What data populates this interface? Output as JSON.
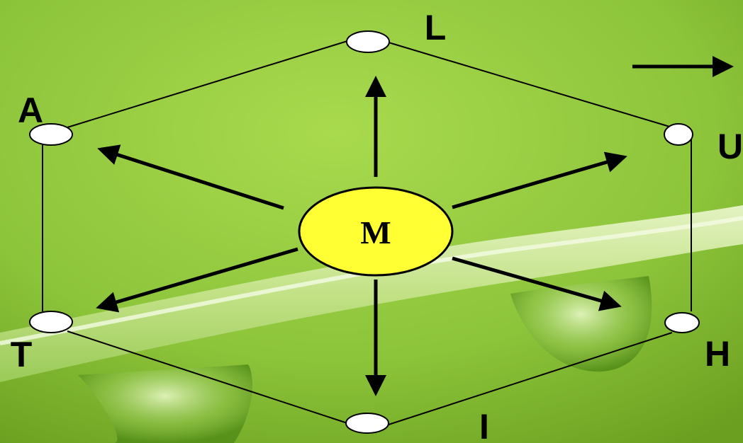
{
  "diagram": {
    "center": {
      "label": "M",
      "fill": "#ffff33"
    },
    "nodes": [
      {
        "id": "L",
        "label": "L"
      },
      {
        "id": "U",
        "label": "U"
      },
      {
        "id": "H",
        "label": "H"
      },
      {
        "id": "I",
        "label": "I"
      },
      {
        "id": "T",
        "label": "T"
      },
      {
        "id": "A",
        "label": "A"
      }
    ],
    "node_fill": "#ffffff",
    "background": {
      "light": "#a6d64a",
      "dark": "#6fa81f"
    }
  }
}
